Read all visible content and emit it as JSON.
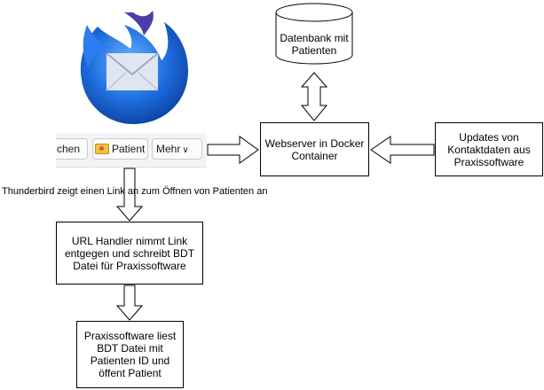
{
  "nodes": {
    "database": [
      "Datenbank mit",
      "Patienten"
    ],
    "webserver": [
      "Webserver in Docker",
      "Container"
    ],
    "updates": [
      "Updates von",
      "Kontaktdaten aus",
      "Praxissoftware"
    ],
    "url_handler": [
      "URL Handler nimmt Link",
      "entgegen und schreibt BDT",
      "Datei für Praxissoftware"
    ],
    "praxissoftware": [
      "Praxissoftware liest",
      "BDT Datei mit",
      "Patienten ID und",
      "öffent Patient"
    ]
  },
  "caption": "Thunderbird zeigt einen Link an zum Öffnen von Patienten an",
  "toolbar": {
    "partial_label": "chen",
    "patient_label": "Patient",
    "mehr_label": "Mehr"
  },
  "icons": {
    "logo": "thunderbird-logo-icon",
    "contact": "contact-card-icon",
    "chevron": "chevron-down-icon"
  },
  "colors": {
    "logo_blue": "#1f6fe0",
    "logo_dark": "#0a3f9e",
    "envelope": "#dfe6f2"
  }
}
